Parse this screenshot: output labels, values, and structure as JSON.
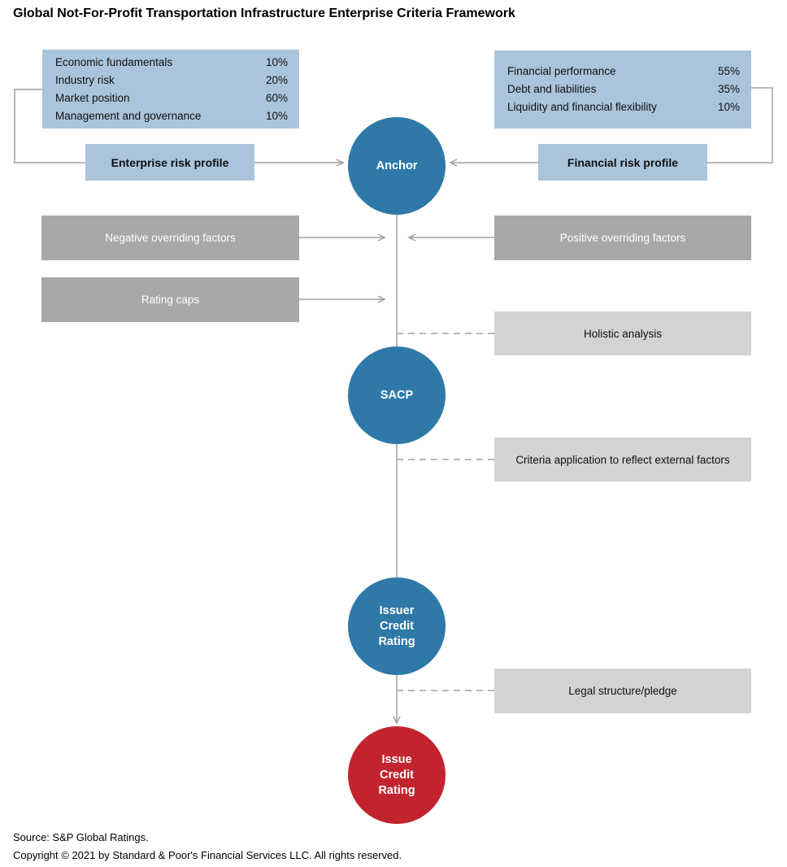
{
  "title": "Global Not-For-Profit Transportation Infrastructure Enterprise Criteria Framework",
  "colors": {
    "light_blue": "#A9C4DB",
    "dark_blue": "#2F79A8",
    "red": "#C2242F",
    "gray_mid": "#A8A8A8",
    "gray_light": "#D2D3D4",
    "line_gray": "#A0A0A0"
  },
  "enterprise_factors": {
    "items": [
      {
        "label": "Economic fundamentals",
        "weight": "10%"
      },
      {
        "label": "Industry risk",
        "weight": "20%"
      },
      {
        "label": "Market position",
        "weight": "60%"
      },
      {
        "label": "Management and governance",
        "weight": "10%"
      }
    ]
  },
  "financial_factors": {
    "items": [
      {
        "label": "Financial performance",
        "weight": "55%"
      },
      {
        "label": "Debt and liabilities",
        "weight": "35%"
      },
      {
        "label": "Liquidity and financial flexibility",
        "weight": "10%"
      }
    ]
  },
  "profiles": {
    "enterprise": "Enterprise risk profile",
    "financial": "Financial risk profile"
  },
  "nodes": {
    "anchor": "Anchor",
    "sacp": "SACP",
    "issuer_credit_rating": "Issuer\nCredit\nRating",
    "issue_credit_rating": "Issue\nCredit\nRating"
  },
  "modifiers": {
    "negative_overriding": "Negative overriding factors",
    "positive_overriding": "Positive overriding factors",
    "rating_caps": "Rating caps"
  },
  "analysis_steps": {
    "holistic": "Holistic analysis",
    "criteria_external": "Criteria application to reflect external factors",
    "legal": "Legal structure/pledge"
  },
  "footer": {
    "source": "Source: S&P Global Ratings.",
    "copyright": "Copyright © 2021 by Standard & Poor's Financial Services LLC. All rights reserved."
  }
}
